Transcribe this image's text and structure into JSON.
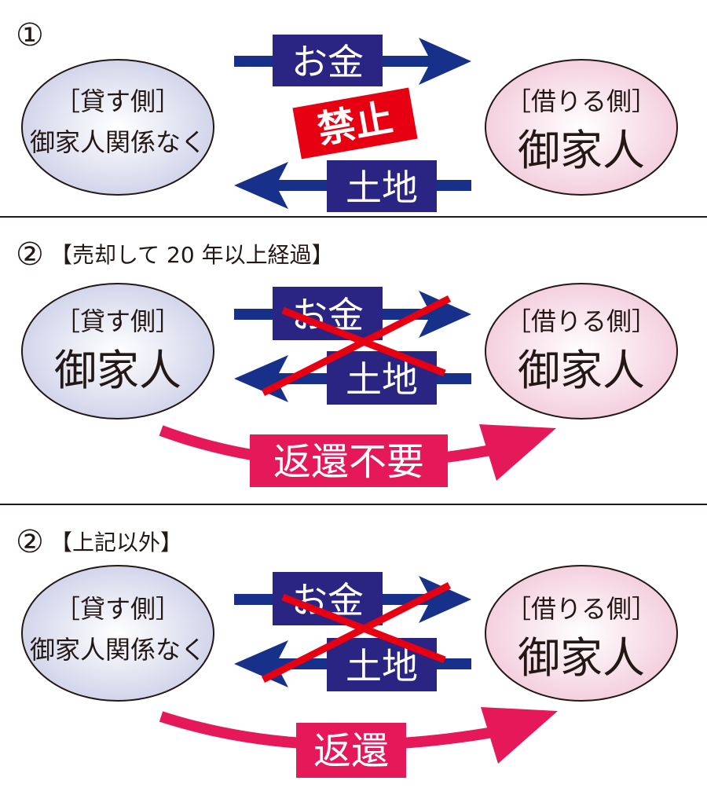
{
  "colors": {
    "navy": "#2a2483",
    "arrow_blue": "#17318a",
    "red": "#e60012",
    "pink": "#e5195a"
  },
  "panel1": {
    "number": "①",
    "lender_label": "［貸す側］",
    "lender": "御家人関係なく",
    "borrower_label": "［借りる側］",
    "borrower": "御家人",
    "money": "お金",
    "land": "土地",
    "stamp": "禁止"
  },
  "panel2": {
    "number": "②",
    "heading": "【売却して 20 年以上経過】",
    "lender_label": "［貸す側］",
    "lender": "御家人",
    "borrower_label": "［借りる側］",
    "borrower": "御家人",
    "money": "お金",
    "land": "土地",
    "result": "返還不要"
  },
  "panel3": {
    "number": "②",
    "heading": "【上記以外】",
    "lender_label": "［貸す側］",
    "lender": "御家人関係なく",
    "borrower_label": "［借りる側］",
    "borrower": "御家人",
    "money": "お金",
    "land": "土地",
    "result": "返還"
  }
}
